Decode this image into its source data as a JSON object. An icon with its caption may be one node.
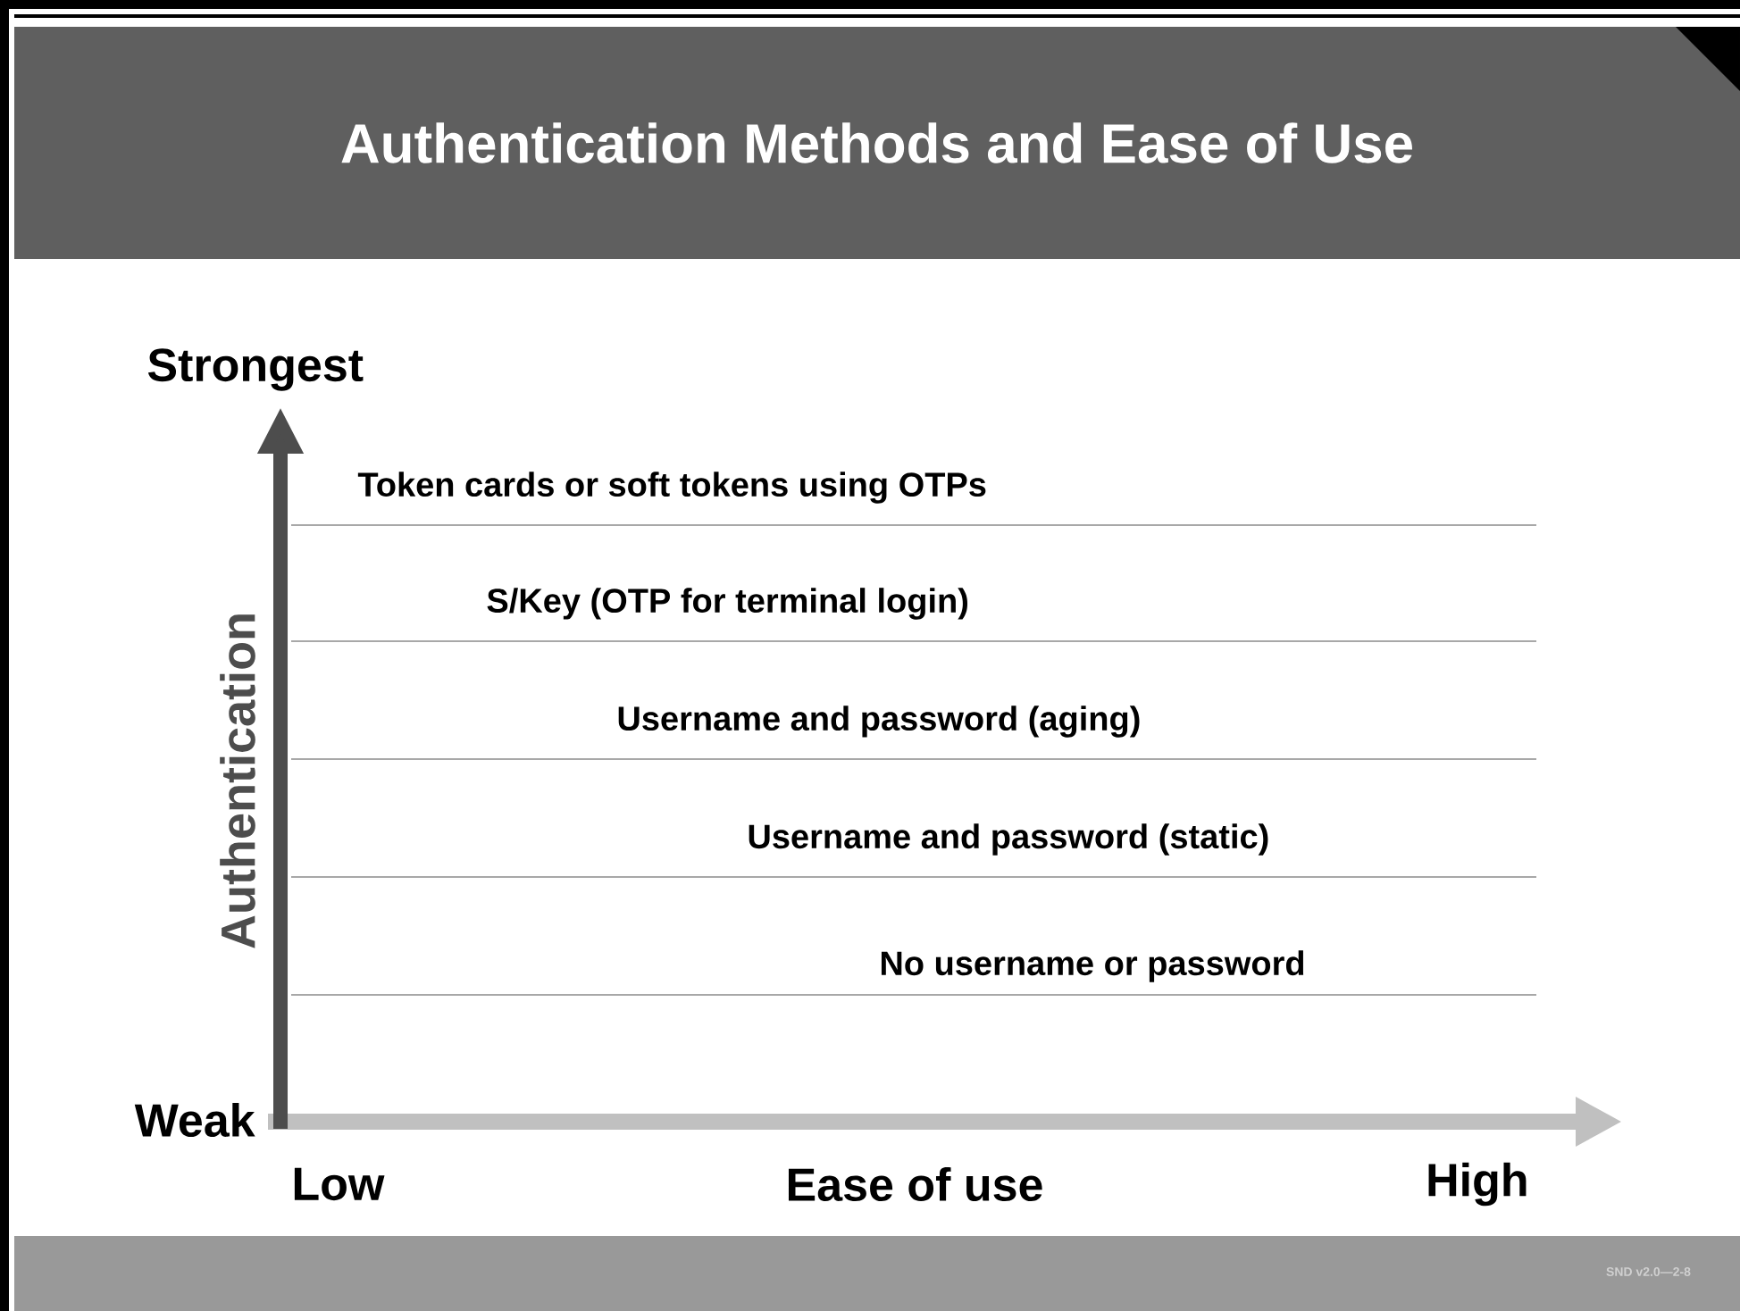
{
  "diagram": {
    "title": "Authentication Methods and Ease of Use",
    "labels": [
      "Strongest",
      "Token cards or soft tokens using OTPs",
      "S/Key (OTP for terminal login)",
      "Authentication",
      "Username and password (aging)",
      "Username and password (static)",
      "No username or password",
      "Weak",
      "Low",
      "Ease of use",
      "High",
      "SND v2.0—2-8"
    ]
  }
}
